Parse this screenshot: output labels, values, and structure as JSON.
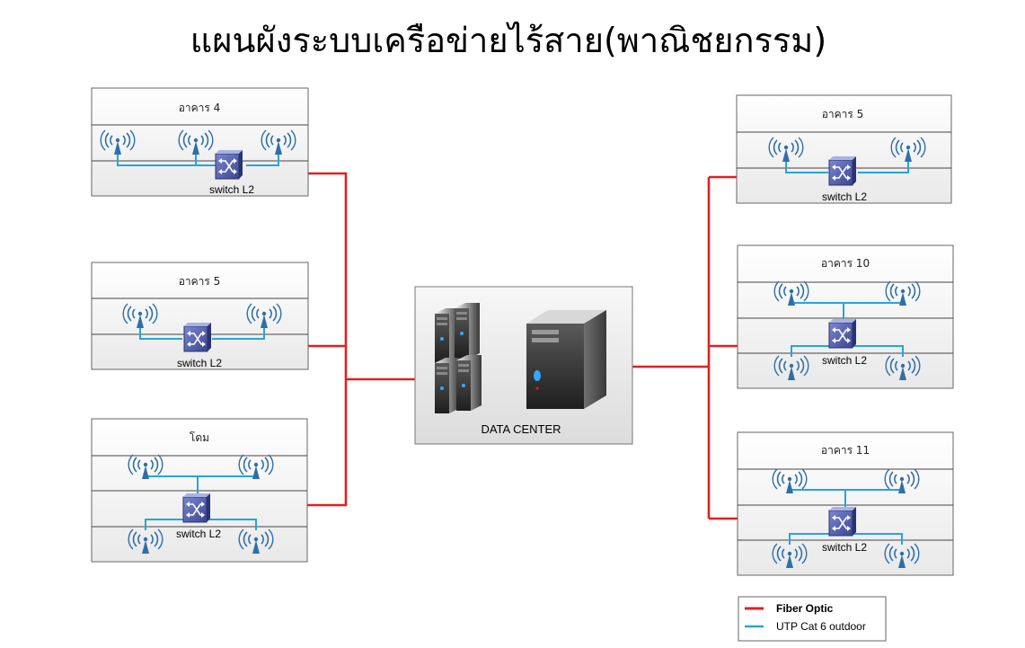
{
  "title": "แผนผังระบบเครือข่ายไร้สาย(พาณิชยกรรม)",
  "buildings": {
    "b4": "อาคาร 4",
    "b5_left": "อาคาร 5",
    "dome": "โดม",
    "b5_right": "อาคาร 5",
    "b10": "อาคาร 10",
    "b11": "อาคาร 11"
  },
  "switch_label": "switch L2",
  "data_center_label": "DATA CENTER",
  "legend": {
    "fiber": "Fiber Optic",
    "utp": "UTP Cat 6 outdoor"
  },
  "colors": {
    "fiber": "#e02020",
    "utp": "#27a4dd",
    "switch": "#4a5aa8",
    "antenna": "#2f6fa8"
  }
}
